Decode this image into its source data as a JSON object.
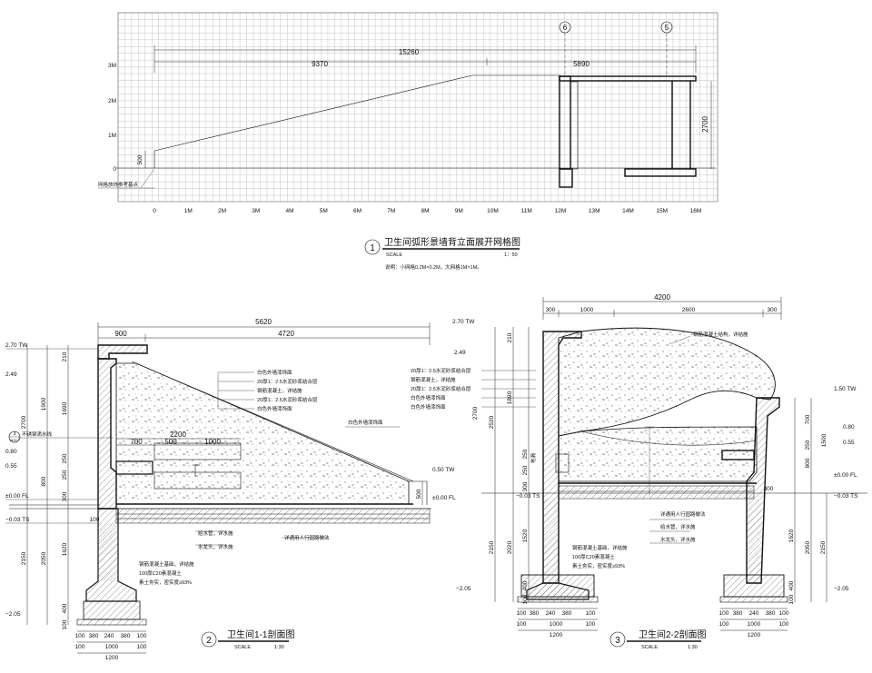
{
  "elevation": {
    "title": "卫生间弧形景墙背立面展开网格图",
    "scale_label": "SCALE",
    "scale_value": "1：50",
    "note": "说明：小网格0.2M×0.2M，大网格1M×1M。",
    "number": "1",
    "y_ticks": [
      "3M",
      "2M",
      "1M",
      "0"
    ],
    "x_ticks": [
      "0",
      "1M",
      "2M",
      "3M",
      "4M",
      "5M",
      "6M",
      "7M",
      "8M",
      "9M",
      "10M",
      "11M",
      "12M",
      "13M",
      "14M",
      "15M",
      "16M"
    ],
    "dims": {
      "total": "15260",
      "left": "9370",
      "right": "5890",
      "height": "2700",
      "base": "500"
    },
    "axis_a": "6",
    "axis_b": "5",
    "ref_label": "网格放线参考基点"
  },
  "section1": {
    "title": "卫生间1-1剖面图",
    "scale_label": "SCALE",
    "scale_value": "1:30",
    "number": "2",
    "top_dims": {
      "total": "5620",
      "left": "900",
      "right": "4720"
    },
    "mid_dims": {
      "total": "2200",
      "a": "700",
      "b": "500",
      "c": "1000"
    },
    "levels": [
      "2.70 TW",
      "2.49",
      "0.80",
      "0.55",
      "±0.00 FL",
      "−0.03 TS",
      "−2.05",
      "0.50 TW",
      "±0.00 FL"
    ],
    "left_dims": [
      "2700",
      "1900",
      "1690",
      "210",
      "250",
      "250",
      "300",
      "800",
      "2150",
      "2050",
      "1620",
      "400",
      "100"
    ],
    "right_dim": "500",
    "bottom_dims": {
      "a": "100",
      "b": "380",
      "c": "240",
      "d": "380",
      "e": "100",
      "f": "1000",
      "g": "1200"
    },
    "callouts": [
      "白色外墙漆饰面",
      "20厚1：2.5水泥砂浆结合层",
      "钢筋混凝土，详结施",
      "20厚1：2.5水泥砂浆结合层",
      "白色外墙漆饰面",
      "白色外墙漆饰面",
      "详通用人行园路做法",
      "给水管，详水施",
      "水龙头，详水施",
      "不锈钢滴水线"
    ],
    "found_notes": [
      "钢筋混凝土基础，详结施",
      "100厚C20素混凝土",
      "素土夯实，密实度≥93%"
    ],
    "detail_tag_top": "3",
    "detail_tag_bottom": "dt-517"
  },
  "section2": {
    "title": "卫生间2-2剖面图",
    "scale_label": "SCALE",
    "scale_value": "1:30",
    "number": "3",
    "top_dims": {
      "total": "4200",
      "a": "300",
      "b": "1000",
      "c": "2600",
      "d": "300"
    },
    "levels": [
      "2.70 TW",
      "2.49",
      "1.50 TW",
      "0.80",
      "0.55",
      "±0.00 FL",
      "−0.03 TS",
      "−2.05",
      "−2.05"
    ],
    "left_dims": [
      "210",
      "1890",
      "2520",
      "2700",
      "250",
      "250",
      "300",
      "2150",
      "2020",
      "1520",
      "400",
      "100"
    ],
    "right_dims": [
      "700",
      "1500",
      "250",
      "800",
      "300",
      "1620",
      "2050",
      "2150",
      "400",
      "100"
    ],
    "bottom_dims": {
      "a": "100",
      "b": "380",
      "c": "240",
      "d": "380",
      "e": "100",
      "f": "1000",
      "g": "1200"
    },
    "callouts": [
      "钢筋混凝土结构，详结施",
      "20厚1：2.5水泥砂浆结合层",
      "钢筋混凝土，详结施",
      "20厚1：2.5水泥砂浆结合层",
      "白色外墙漆饰面",
      "详通用人行园路做法",
      "给水管，详水施",
      "水龙头，详水施",
      "地漏"
    ],
    "found_notes": [
      "钢筋混凝土基础，详结施",
      "100厚C20素混凝土",
      "素土夯实，密实度≥93%"
    ]
  }
}
